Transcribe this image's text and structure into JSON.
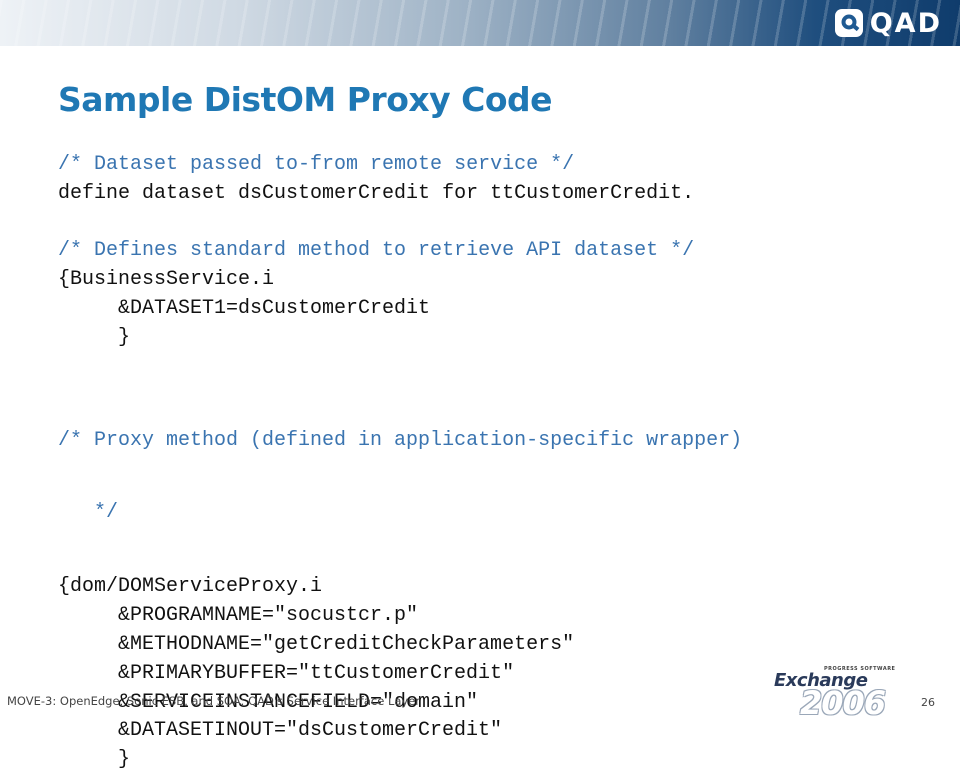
{
  "header": {
    "logo_text": "QAD",
    "logo_icon": "qad-q-logo-icon"
  },
  "slide": {
    "title": "Sample DistOM Proxy Code",
    "code": {
      "line1": "/* Dataset passed to-from remote service */",
      "line2": "define dataset dsCustomerCredit for ttCustomerCredit.",
      "line3": "/* Defines standard method to retrieve API dataset */",
      "line4": "{BusinessService.i",
      "line5": "&DATASET1=dsCustomerCredit",
      "line6": "}",
      "line7a": "/* Proxy method (defined in application-specific wrapper)",
      "line7b": "*/",
      "line8": "{dom/DOMServiceProxy.i",
      "line9": "&PROGRAMNAME=\"socustcr.p\"",
      "line10": "&METHODNAME=\"getCreditCheckParameters\"",
      "line11": "&PRIMARYBUFFER=\"ttCustomerCredit\"",
      "line12": "&SERVICEINSTANCEFIELD=\"domain\"",
      "line13": "&DATASETINOUT=\"dsCustomerCredit\"",
      "line14": "}"
    }
  },
  "footer": {
    "text": "MOVE-3: OpenEdge, Sonic ESB, and SOA: QAD's Service Interface Layer",
    "page_number": "26",
    "event_logo": {
      "small_text": "PROGRESS SOFTWARE",
      "word": "Exchange",
      "year": "2006"
    }
  },
  "colors": {
    "title": "#1f78b4",
    "comment": "#3a74b0",
    "code_text": "#111111",
    "banner_dark": "#0f3c6c"
  }
}
